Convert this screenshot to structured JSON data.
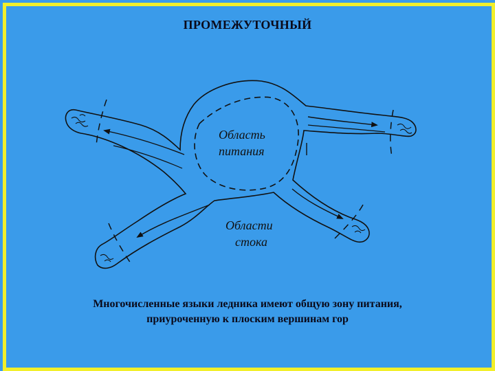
{
  "slide": {
    "title": "ПРОМЕЖУТОЧНЫЙ",
    "caption_line1": "Многочисленные языки ледника имеют общую зону питания,",
    "caption_line2": "приуроченную к плоским вершинам гор"
  },
  "diagram": {
    "label_feeding_1": "Область",
    "label_feeding_2": "питания",
    "label_runoff_1": "Области",
    "label_runoff_2": "стока"
  },
  "colors": {
    "background": "#3a9bea",
    "frame": "#f2ef2a",
    "ink": "#111111"
  }
}
